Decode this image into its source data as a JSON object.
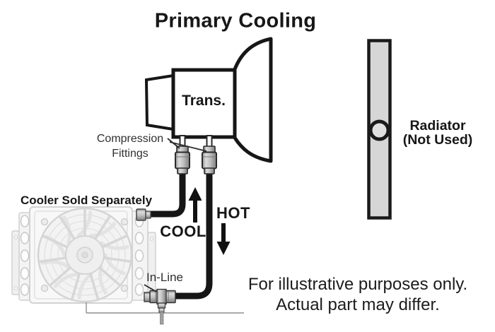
{
  "diagram": {
    "title": "Primary Cooling",
    "labels": {
      "trans": "Trans.",
      "compression_line1": "Compression",
      "compression_line2": "Fittings",
      "cooler": "Cooler Sold Separately",
      "cool": "COOL",
      "hot": "HOT",
      "inline": "In-Line",
      "radiator_line1": "Radiator",
      "radiator_line2": "(Not Used)",
      "disclaimer_line1": "For illustrative purposes only.",
      "disclaimer_line2": "Actual part may differ."
    },
    "colors": {
      "line_art": "#161616",
      "radiator_fill": "#d6d6d6",
      "radiator_port_fill": "#e0e0e0",
      "fitting_metal": "#b5b5b5",
      "cooler_sketch": "#d4d4d4",
      "background": "#ffffff"
    }
  }
}
